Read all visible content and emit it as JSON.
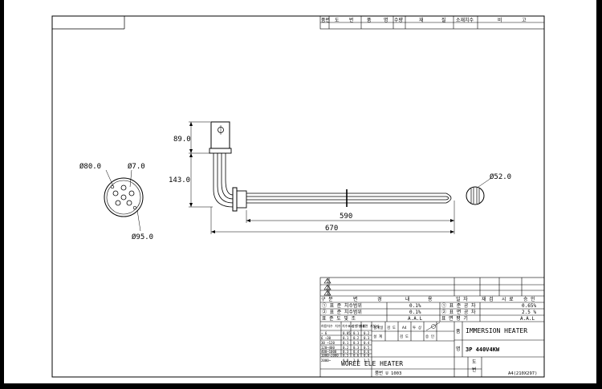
{
  "drawing": {
    "dimensions": {
      "head_height": "89.0",
      "drop_height": "143.0",
      "element_length": "590",
      "overall_length": "670",
      "flange_diameter": "Ø80.0",
      "hole_diameter": "Ø7.0",
      "outer_diameter": "Ø95.0",
      "side_diameter": "Ø52.0"
    }
  },
  "title_block": {
    "top_header": [
      "품번",
      "도",
      "번",
      "품",
      "명",
      "수량",
      "재",
      "질",
      "소재치수",
      "비",
      "고"
    ],
    "rev_marks": [
      "1",
      "2",
      "3"
    ],
    "tolerance_header": [
      "구 분",
      "변",
      "경",
      "내",
      "용",
      "일 자",
      "재 검",
      "시 료",
      "승 인"
    ],
    "tolerance_rows": [
      {
        "label": "① 표 준 치수범위",
        "value": "0.1%",
        "label2": "① 표 준 공 차",
        "value2": "0.65%"
      },
      {
        "label": "② 표 준 치수범위",
        "value": "0.1%",
        "label2": "② 표 면 공 차",
        "value2": "2.5 %"
      },
      {
        "label": "표 준 도 및 조",
        "value": "A.A.L",
        "label2": "표 면 평 기",
        "value2": "A.A.L"
      }
    ],
    "left_table_header": [
      "허용차수 치수",
      "치수표시 구분",
      "상한 허용",
      "표면 거칠기"
    ],
    "left_table_rows": [
      [
        "~ 6",
        "0.05",
        "0.1",
        "0.2"
      ],
      [
        "6 ~30",
        "0.1",
        "0.2",
        "0.3"
      ],
      [
        "30 ~120",
        "0.1",
        "0.3",
        "0.4"
      ],
      [
        "120~400",
        "0.2",
        "0.3",
        "0.5"
      ],
      [
        "400~1000",
        "0.3",
        "0.4",
        "0.6"
      ],
      [
        "1000~2000",
        "0.5",
        "0.6",
        "0.8"
      ],
      [
        "2000~",
        "0.8",
        "1.0",
        "1.2"
      ]
    ],
    "mid_header": [
      "설계일",
      "검 도",
      "A4",
      "투 상",
      "설 계",
      "검 도",
      "승 인"
    ],
    "product_label": "품",
    "product_name": "IMMERSION HEATER",
    "spec_label": "명",
    "spec": "3P 440V4KW",
    "company": "WOREE ELE HEATER",
    "drawing_no_label": "도",
    "drawing_no_label2": "번",
    "drawing_no": "품번 U 1003",
    "paper_size": "A4(210X297)"
  }
}
